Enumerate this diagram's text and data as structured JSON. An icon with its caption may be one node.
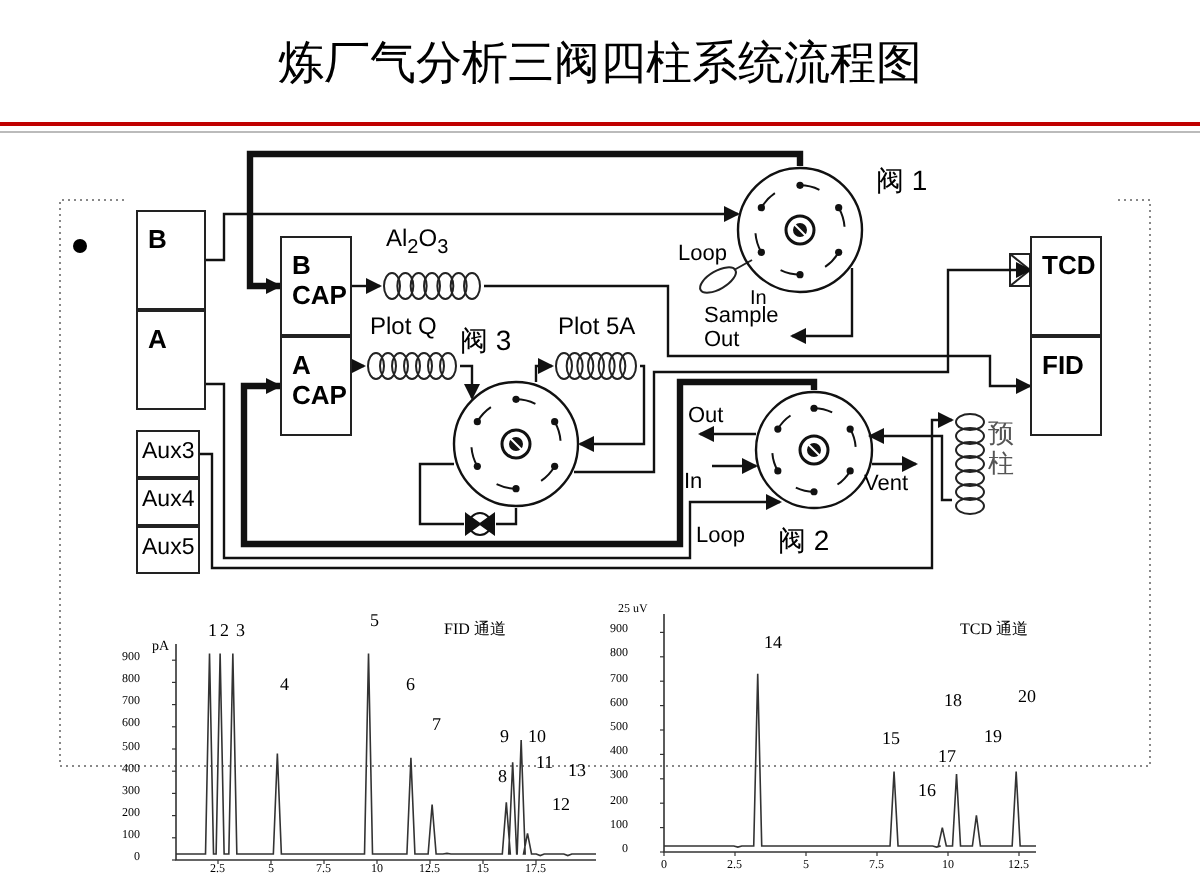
{
  "diagram": {
    "title": "炼厂气分析三阀四柱系统流程图",
    "nodes": [
      {
        "text": [
          "B"
        ]
      },
      {
        "text": [
          "A"
        ]
      },
      {
        "text": [
          "Aux3"
        ]
      },
      {
        "text": [
          "Aux4"
        ]
      },
      {
        "text": [
          "Aux5"
        ]
      },
      {
        "text": [
          "B CAP"
        ]
      },
      {
        "text": [
          "A CAP"
        ]
      },
      {
        "text": [
          "Al$_{2}$O$_{3}$"
        ]
      },
      {
        "text": [
          "Plot Q"
        ]
      },
      {
        "text": [
          "Plot 5A"
        ]
      },
      {
        "text": [
          "阀 3"
        ]
      },
      {
        "text": [
          "阀 1"
        ],
        "beside": [
          "Loop",
          "In"
        ]
      },
      {
        "text": [
          "阀 2"
        ],
        "beside": [
          "Loop"
        ]
      },
      {
        "text": [
          "预柱"
        ]
      },
      {
        "text": [
          "TCD"
        ]
      },
      {
        "text": [
          "FID"
        ]
      },
      {
        "text": [],
        "shape": "valve"
      },
      {
        "text": [
          "Sample Out"
        ]
      },
      {
        "text": [
          "Out"
        ]
      },
      {
        "text": [
          "In"
        ]
      },
      {
        "text": [
          "Vent"
        ]
      }
    ],
    "edges": [
      {
        "from": 0,
        "to": 11,
        "arrow": "to"
      },
      {
        "from": 11,
        "to": 5,
        "arrow": "to",
        "style": "thick"
      },
      {
        "from": 5,
        "to": 7,
        "arrow": "to"
      },
      {
        "from": 7,
        "to": 15,
        "arrow": "to"
      },
      {
        "from": 10,
        "to": 14,
        "arrow": "to"
      },
      {
        "from": 1,
        "to": 12,
        "arrow": "to"
      },
      {
        "from": 2,
        "to": 13,
        "arrow": "to"
      },
      {
        "from": 12,
        "to": 6,
        "arrow": "to",
        "style": "thick"
      },
      {
        "from": 6,
        "to": 8,
        "arrow": "to"
      },
      {
        "from": 8,
        "to": 10,
        "arrow": "to"
      },
      {
        "from": 10,
        "to": 9,
        "arrow": "to"
      },
      {
        "from": 9,
        "to": 10,
        "arrow": "to"
      },
      {
        "from": 10,
        "to": 16,
        "arrow": "none"
      },
      {
        "from": 16,
        "to": 10,
        "arrow": "none"
      },
      {
        "from": 13,
        "to": 12,
        "arrow": "to"
      },
      {
        "from": 11,
        "to": 17,
        "arrow": "to"
      },
      {
        "from": 12,
        "to": 18,
        "arrow": "to"
      },
      {
        "from": 19,
        "to": 12,
        "arrow": "to"
      },
      {
        "from": 12,
        "to": 20,
        "arrow": "to"
      }
    ],
    "labels": [
      "1",
      "2",
      "3",
      "5",
      "FID 通道",
      "pA",
      "4",
      "6",
      "7",
      "9",
      "10",
      "11",
      "13",
      "8",
      "12",
      "900",
      "800",
      "700",
      "600",
      "500",
      "400",
      "300",
      "200",
      "100",
      "0",
      "2.5",
      "5",
      "7.5",
      "10",
      "12.5",
      "15",
      "17.5",
      "25 uV",
      "TCD 通道",
      "14",
      "18",
      "20",
      "15",
      "19",
      "17",
      "16",
      "900",
      "800",
      "700",
      "600",
      "500",
      "400",
      "300",
      "200",
      "100",
      "0",
      "0",
      "2.5",
      "5",
      "7.5",
      "10",
      "12.5"
    ]
  }
}
